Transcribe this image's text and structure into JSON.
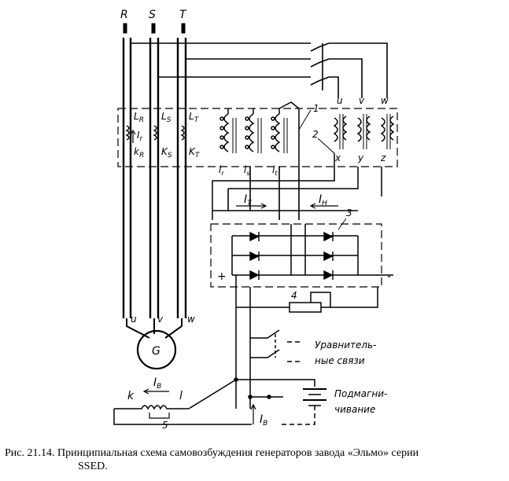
{
  "phases": {
    "r": "R",
    "s": "S",
    "t": "T"
  },
  "transformer_labels": {
    "lr": "L",
    "lr_sub": "R",
    "ls": "L",
    "ls_sub": "S",
    "lt": "L",
    "lt_sub": "T",
    "kr": "k",
    "kr_sub": "R",
    "ks": "K",
    "ks_sub": "S",
    "kt": "K",
    "kt_sub": "T",
    "ir": "I",
    "ir_sub": "r"
  },
  "winding_terminals": {
    "u": "u",
    "v": "v",
    "w": "w",
    "x": "x",
    "y": "y",
    "z": "z",
    "lr": "l",
    "lr_sub": "r",
    "ls": "l",
    "ls_sub": "s",
    "lt": "l",
    "lt_sub": "t"
  },
  "generator": {
    "symbol": "G",
    "u": "u",
    "v": "v",
    "w": "w"
  },
  "currents": {
    "it": "I",
    "it_sub": "T",
    "in": "I",
    "in_sub": "H",
    "ib": "I",
    "ib_sub": "B"
  },
  "callouts": {
    "n1": "1",
    "n2": "2",
    "n3": "3",
    "n4": "4",
    "n5": "5"
  },
  "rectifier": {
    "plus": "+",
    "minus": "-"
  },
  "excitation": {
    "k": "k",
    "l": "l"
  },
  "annotations": {
    "equalizing_line1": "Уравнитель-",
    "equalizing_line2": "ные связи",
    "magnet_line1": "Подмагни-",
    "magnet_line2": "чивание"
  },
  "caption": {
    "line1": "Рис. 21.14. Принципиальная схема самовозбуждения генераторов завода «Эльмо» серии",
    "line2": "SSED."
  }
}
